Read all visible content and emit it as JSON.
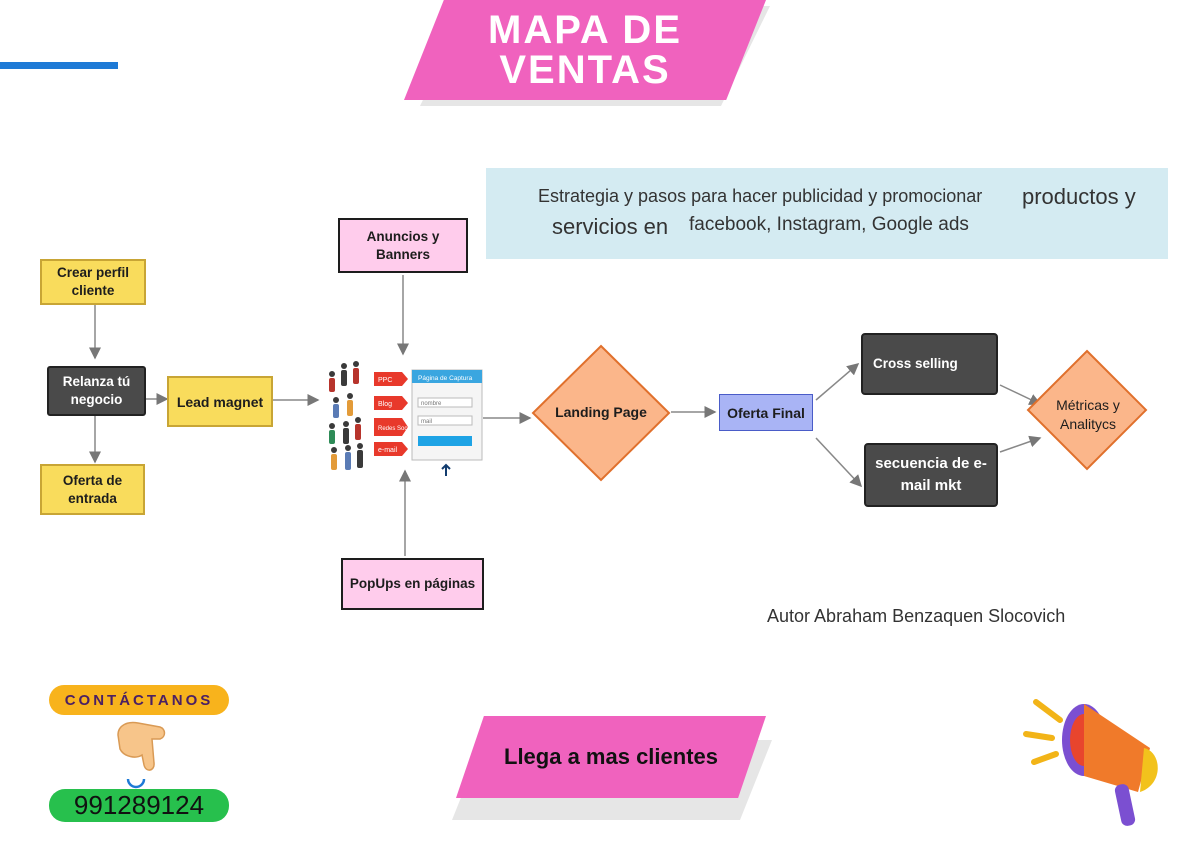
{
  "title": {
    "line1": "MAPA DE",
    "line2": "VENTAS"
  },
  "strategy": {
    "line1a": "Estrategia y pasos para hacer publicidad y promocionar",
    "line1b": "productos y",
    "line2a": "servicios en",
    "line2b": "facebook, Instagram, Google ads"
  },
  "nodes": {
    "crear_perfil": "Crear perfil cliente",
    "relanza": "Relanza tú negocio",
    "oferta_entrada": "Oferta de entrada",
    "lead_magnet": "Lead magnet",
    "anuncios": "Anuncios y Banners",
    "popups": "PopUps en páginas",
    "landing": "Landing Page",
    "oferta_final": "Oferta Final",
    "cross_selling": "Cross selling",
    "secuencia": "secuencia de e-mail mkt",
    "metricas": "Métricas y Analitycs"
  },
  "capture_illustration": {
    "tags": [
      "PPC",
      "Blog",
      "Redes Sociales",
      "e-mail"
    ],
    "form_title": "Página de Captura",
    "field1": "nombre",
    "field2": "mail"
  },
  "author": {
    "label": "Autor",
    "name": "Abraham Benzaquen Slocovich"
  },
  "contact": {
    "label": "CONTÁCTANOS",
    "phone": "991289124"
  },
  "cta": "Llega a mas clientes",
  "icons": [
    "pointing-hand-icon",
    "megaphone-icon"
  ],
  "colors": {
    "pink": "#f062be",
    "yellow": "#f9dc5c",
    "dark": "#4a4a4a",
    "orange": "#fbb68a",
    "blue": "#a9b4f5",
    "green": "#27c04d"
  }
}
